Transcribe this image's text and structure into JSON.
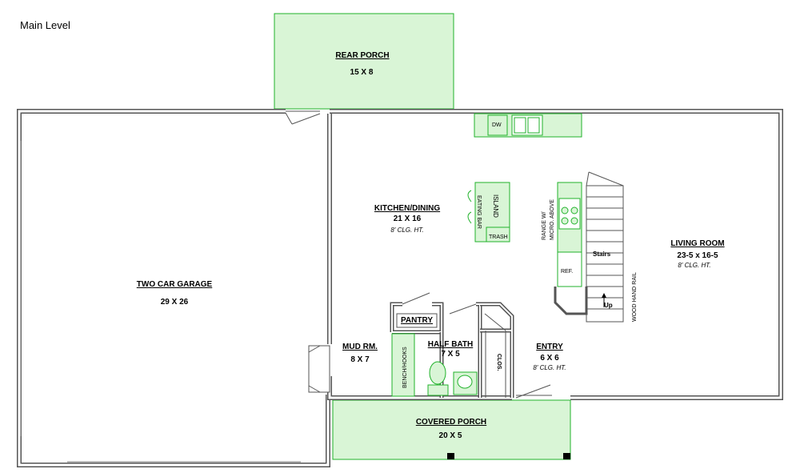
{
  "title": "Main Level",
  "colors": {
    "wall": "#555555",
    "wall_fill": "#ffffff",
    "green_fill": "#d9f5d6",
    "green_stroke": "#21b22b"
  },
  "rooms": {
    "rear_porch": {
      "name": "REAR PORCH",
      "dims": "15 X 8"
    },
    "kitchen_dining": {
      "name": "KITCHEN/DINING",
      "dims": "21 X 16",
      "ceiling": "8' CLG. HT."
    },
    "two_car_garage": {
      "name": "TWO CAR GARAGE",
      "dims": "29 X 26"
    },
    "living_room": {
      "name": "LIVING ROOM",
      "dims": "23-5 x 16-5",
      "ceiling": "8' CLG. HT."
    },
    "mud_room": {
      "name": "MUD RM.",
      "dims": "8 X 7"
    },
    "half_bath": {
      "name": "HALF BATH",
      "dims": "7 X 5"
    },
    "entry": {
      "name": "ENTRY",
      "dims": "6 X 6",
      "ceiling": "8' CLG. HT."
    },
    "covered_porch": {
      "name": "COVERED PORCH",
      "dims": "20 X 5"
    }
  },
  "fixtures": {
    "pantry": "PANTRY",
    "bench_hooks": "BENCH/HOOKS",
    "clos": "CLOS.",
    "stairs": "Stairs",
    "up": "Up",
    "wood_hand_rail": "WOOD HAND RAIL",
    "ref": "REF.",
    "range_line1": "RANGE W/",
    "range_line2": "MICRO. ABOVE",
    "eating_bar": "EATING BAR",
    "island": "ISLAND",
    "trash": "TRASH",
    "dw": "DW"
  }
}
